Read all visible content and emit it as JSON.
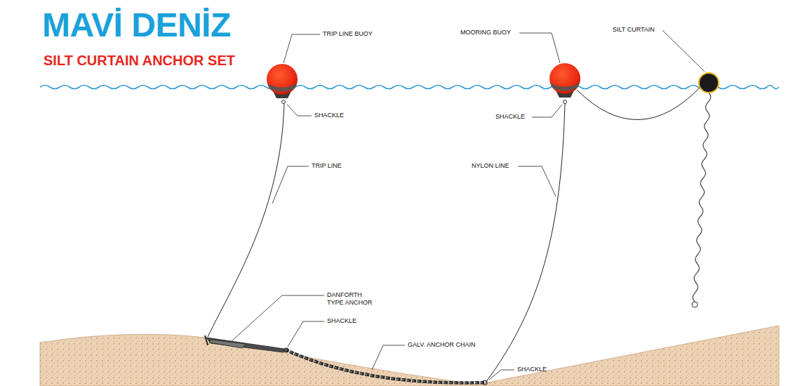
{
  "diagram": {
    "title": "SILT CURTAIN ANCHOR SET",
    "labels": [
      "MAVİ DENİZ",
      "TRIP LINE BUOY",
      "SHACKLE",
      "TRIP LINE",
      "DANFORTH TYPE ANCHOR",
      "SHACKLE",
      "MOORING BUOY",
      "SHACKLE",
      "NYLON LINE",
      "GALV. ANCHOR CHAIN",
      "SHACKLE",
      "SILT CURTAIN"
    ]
  }
}
